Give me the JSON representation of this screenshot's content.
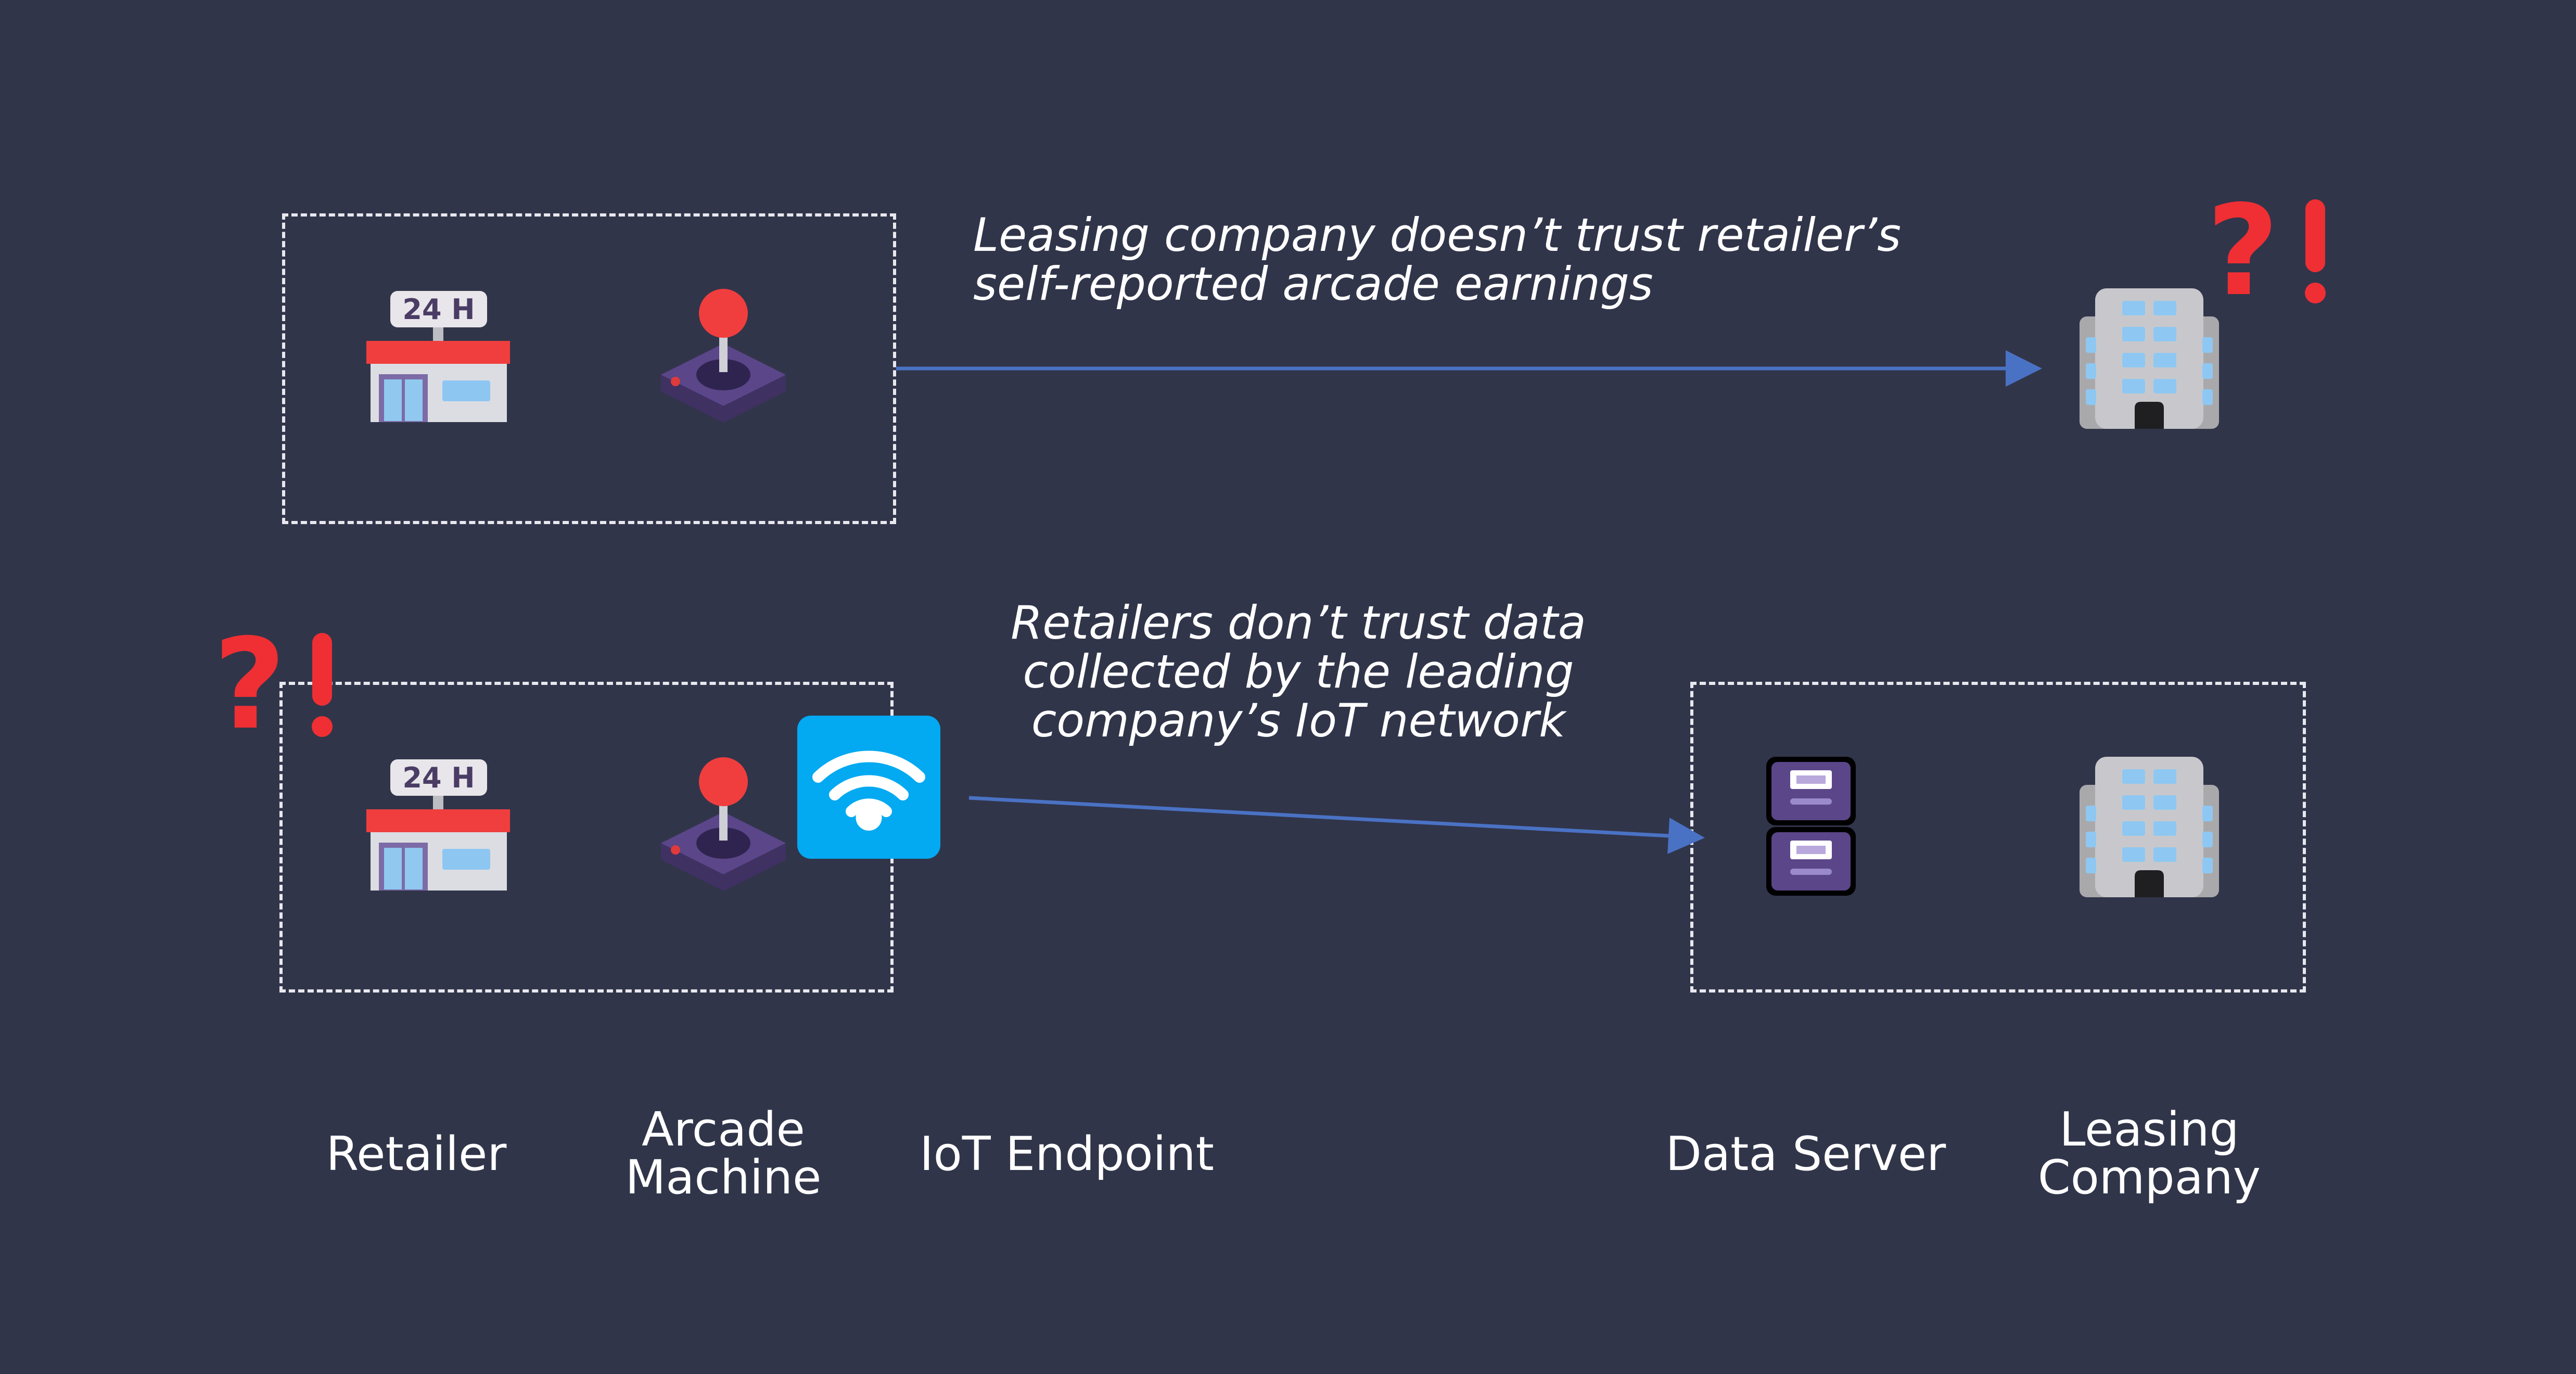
{
  "scenario1": {
    "caption_line1": "Leasing company doesn’t trust retailer’s",
    "caption_line2": "self-reported arcade earnings"
  },
  "scenario2": {
    "caption_line1": "Retailers don’t trust data",
    "caption_line2": "collected by the leading",
    "caption_line3": "company’s IoT network"
  },
  "store_sign": "24 H",
  "alert_marks": "?!",
  "labels": {
    "retailer": "Retailer",
    "arcade_line1": "Arcade",
    "arcade_line2": "Machine",
    "iot_endpoint": "IoT Endpoint",
    "data_server": "Data Server",
    "leasing_line1": "Leasing",
    "leasing_line2": "Company"
  },
  "icons": {
    "retailer": "convenience-store-icon",
    "arcade": "joystick-icon",
    "iot": "wifi-icon",
    "server": "file-cabinet-icon",
    "leasing": "office-building-icon",
    "alert": "question-exclamation-icon"
  },
  "colors": {
    "background": "#31354a",
    "arrow": "#4a72c4",
    "alert": "#ef2f33",
    "wifi_tile": "#03a9f1",
    "dashed_border": "#e8e8ee"
  }
}
